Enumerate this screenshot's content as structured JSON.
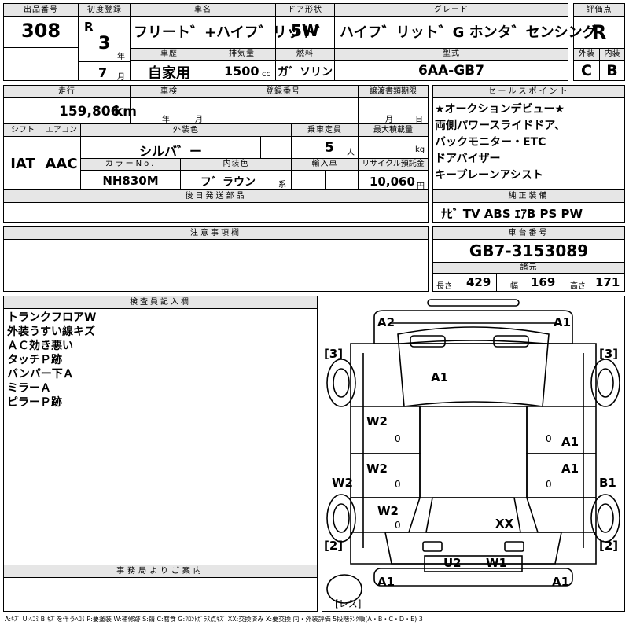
{
  "header": {
    "lot_label": "出品番号",
    "lot_number": "308",
    "reg_label": "初度登録",
    "reg_era": "R",
    "reg_year": "3",
    "reg_year_unit": "年",
    "reg_month": "7",
    "reg_month_unit": "月",
    "name_label": "車名",
    "car_name": "フリート゛+ハイフ゛リット゛",
    "door_label": "ドア形状",
    "door_value": "5W",
    "grade_label": "グレード",
    "grade_value": "ハイフ゛リット゛G ホンタ゛センシング",
    "score_label": "評価点",
    "score_value": "R",
    "history_label": "車歴",
    "history_value": "自家用",
    "displacement_label": "排気量",
    "displacement_value": "1500",
    "displacement_unit": "cc",
    "fuel_label": "燃料",
    "fuel_value": "ガ゛ソリン",
    "model_label": "型式",
    "model_value": "6AA-GB7",
    "exterior_label": "外装",
    "exterior_value": "C",
    "interior_label": "内装",
    "interior_value": "B"
  },
  "row2": {
    "mileage_label": "走行",
    "mileage_value": "159,806",
    "mileage_unit": "km",
    "inspection_label": "車検",
    "inspection_year_unit": "年",
    "inspection_month_unit": "月",
    "regnum_label": "登録番号",
    "transfer_label": "譲渡書類期限",
    "transfer_month_unit": "月",
    "transfer_day_unit": "日",
    "shift_label": "シフト",
    "shift_value": "IAT",
    "ac_label": "エアコン",
    "ac_value": "AAC",
    "color_label": "外装色",
    "color_value": "シルバ゛ー",
    "capacity_label": "乗車定員",
    "capacity_value": "5",
    "capacity_unit": "人",
    "load_label": "最大積載量",
    "load_unit": "kg",
    "colorno_label": "カラーNo.",
    "colorno_value": "NH830M",
    "intcolor_label": "内装色",
    "intcolor_value": "フ゛ラウン",
    "intcolor_suffix": "系",
    "import_label": "輸入車",
    "recycle_label": "リサイクル預託金",
    "recycle_value": "10,060",
    "recycle_unit": "円",
    "later_label": "後日発送部品"
  },
  "sales_points": {
    "label": "セールスポイント",
    "lines": [
      "★オークションデビュー★",
      "両側パワースライドドア、",
      "バックモニター・ETC",
      "ドアバイザー",
      "キープレーンアシスト"
    ]
  },
  "equipment": {
    "label": "純正装備",
    "value": "ﾅﾋﾞ TV ABS ｴｱB PS PW"
  },
  "notice": {
    "label": "注意事項欄"
  },
  "chassis": {
    "label": "車台番号",
    "value": "GB7-3153089"
  },
  "specs": {
    "label": "諸元",
    "length_label": "長さ",
    "length_value": "429",
    "width_label": "幅",
    "width_value": "169",
    "height_label": "高さ",
    "height_value": "171"
  },
  "inspector": {
    "label": "検査員記入欄",
    "lines": [
      "トランクフロアW",
      "外装うすい線キズ",
      "ＡＣ効き悪い",
      "タッチＰ跡",
      "バンパー下Ａ",
      "ミラーＡ",
      "ピラーＰ跡"
    ]
  },
  "office": {
    "label": "事務局よりご案内"
  },
  "diagram": {
    "marks": {
      "top_left": "A2",
      "top_right": "A1",
      "roof": "A1",
      "left_front_door": "W2",
      "right_front_door": "A1",
      "left_rear_door": "W2",
      "right_rear_door": "A1",
      "left_quarter": "W2",
      "left_rear_panel": "W2",
      "right_quarter": "B1",
      "hatch": "XX",
      "rear_u": "U2",
      "rear_w": "W1",
      "bottom_left": "A1",
      "bottom_right": "A1",
      "tire_fl": "3",
      "tire_fr": "3",
      "tire_rl": "2",
      "tire_rr": "2",
      "zero": "0",
      "less_label": "レス"
    }
  },
  "legend": "A:ｷｽﾞ U:ﾍｺﾐ B:ｷｽﾞを伴うﾍｺﾐ P:要塗装 W:補修跡 S:錆 C:腐食 G:ﾌﾛﾝﾄｶﾞﾗｽ点ｷｽﾞ XX:交換済み X:要交換 内・外装評価 5段階ﾗﾝｸ順(A・B・C・D・E) 3"
}
